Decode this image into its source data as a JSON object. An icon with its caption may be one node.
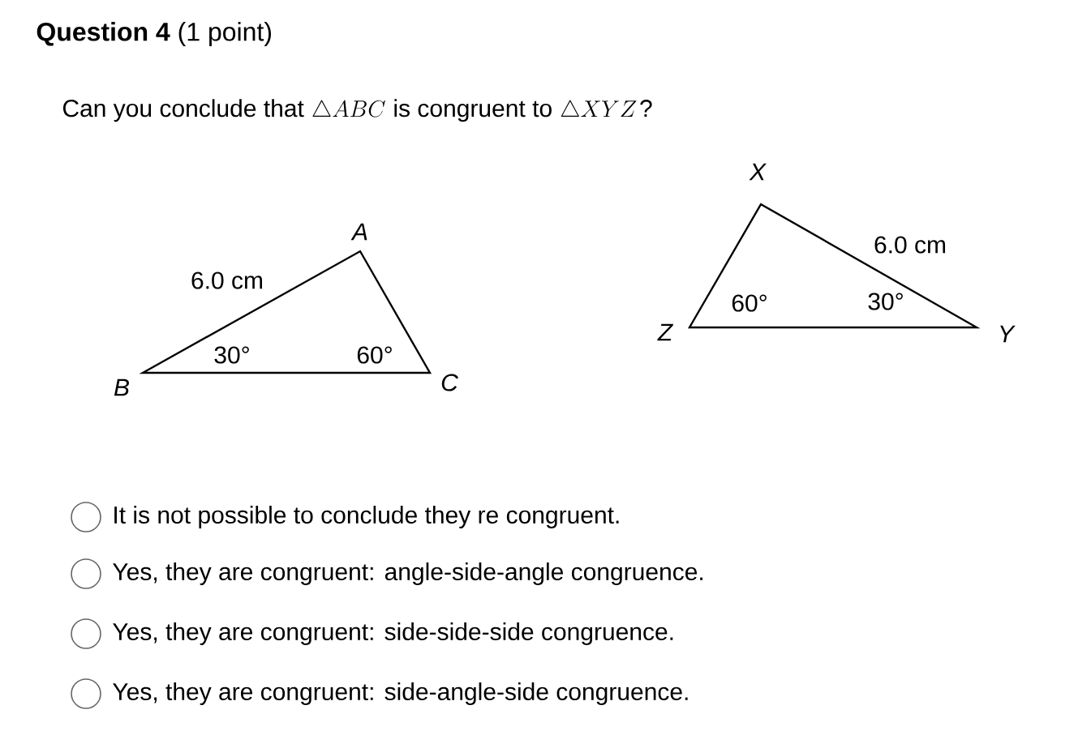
{
  "diagram": {
    "title": "**Question 4** (1 point)",
    "labels": [
      "Can you conclude that",
      "\\triangle ABC",
      "is congruent to",
      "\\triangle XYZ",
      "?",
      "A",
      "6.0 cm",
      "B",
      "30°",
      "60°",
      "C",
      "X",
      "6.0 cm",
      "Z",
      "60°",
      "30°",
      "Y",
      "It is not possible to conclude they re congruent.",
      "Yes, they are congruent: angle-side-angle congruence.",
      "Yes, they are congruent: side-side-side congruence.",
      "Yes, they are congruent: side-angle-side congruence."
    ]
  }
}
